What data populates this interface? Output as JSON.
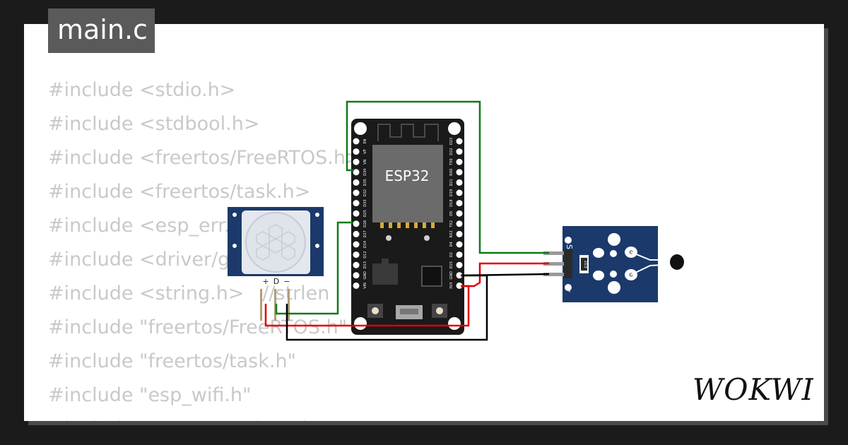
{
  "tab": {
    "filename": "main.c"
  },
  "code_lines": [
    "#include <stdio.h>",
    "#include <stdbool.h>",
    "#include <freertos/FreeRTOS.h>",
    "#include <freertos/task.h>",
    "#include <esp_err.h>",
    "#include <driver/gpio.h>",
    "#include <string.h>   //strlen",
    "#include \"freertos/FreeRTOS.h\"",
    "#include \"freertos/task.h\"",
    "#include \"esp_wifi.h\"",
    "#include \"esp_event_loop.h\""
  ],
  "board": {
    "label": "ESP32",
    "left_pins": [
      "EN",
      "VP",
      "VN",
      "D34",
      "D35",
      "D32",
      "D33",
      "D25",
      "D26",
      "D27",
      "D14",
      "D12",
      "D13",
      "GND",
      "VIN"
    ],
    "right_pins": [
      "D23",
      "D22",
      "TX0",
      "RX0",
      "D21",
      "D19",
      "D18",
      "D5",
      "TX2",
      "RX2",
      "D4",
      "D2",
      "D15",
      "GND",
      "3V3"
    ]
  },
  "pir_sensor": {
    "pin_labels": [
      "+",
      "D",
      "−"
    ]
  },
  "temp_module": {
    "label_s": "S",
    "label_minus": "−",
    "resistor_text": "103"
  },
  "logo": {
    "text": "WOKWI"
  },
  "colors": {
    "background": "#1b1b1b",
    "card": "#ffffff",
    "tab": "#5a5a5a",
    "code_text": "#c9c9c9",
    "board": "#1a1a1a",
    "sensor_blue": "#1b3a6b",
    "wire_green": "#0f7a16",
    "wire_red": "#e00000",
    "wire_black": "#000000"
  }
}
